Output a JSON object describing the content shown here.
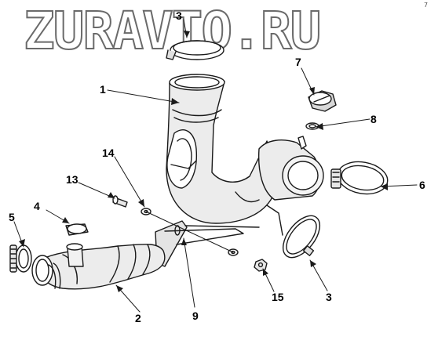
{
  "watermark": {
    "text": "ZURAVTO.RU"
  },
  "corner_mark": "7",
  "callouts": {
    "c1": "1",
    "c2": "2",
    "c3_top": "3",
    "c3_right": "3",
    "c4": "4",
    "c5": "5",
    "c6": "6",
    "c7": "7",
    "c8": "8",
    "c9": "9",
    "c13": "13",
    "c14": "14",
    "c15": "15"
  },
  "colors": {
    "line": "#1a1a1a",
    "shade": "#e6e6e6",
    "shade_dark": "#cfcfcf",
    "watermark_stroke": "#6a6a6a"
  }
}
